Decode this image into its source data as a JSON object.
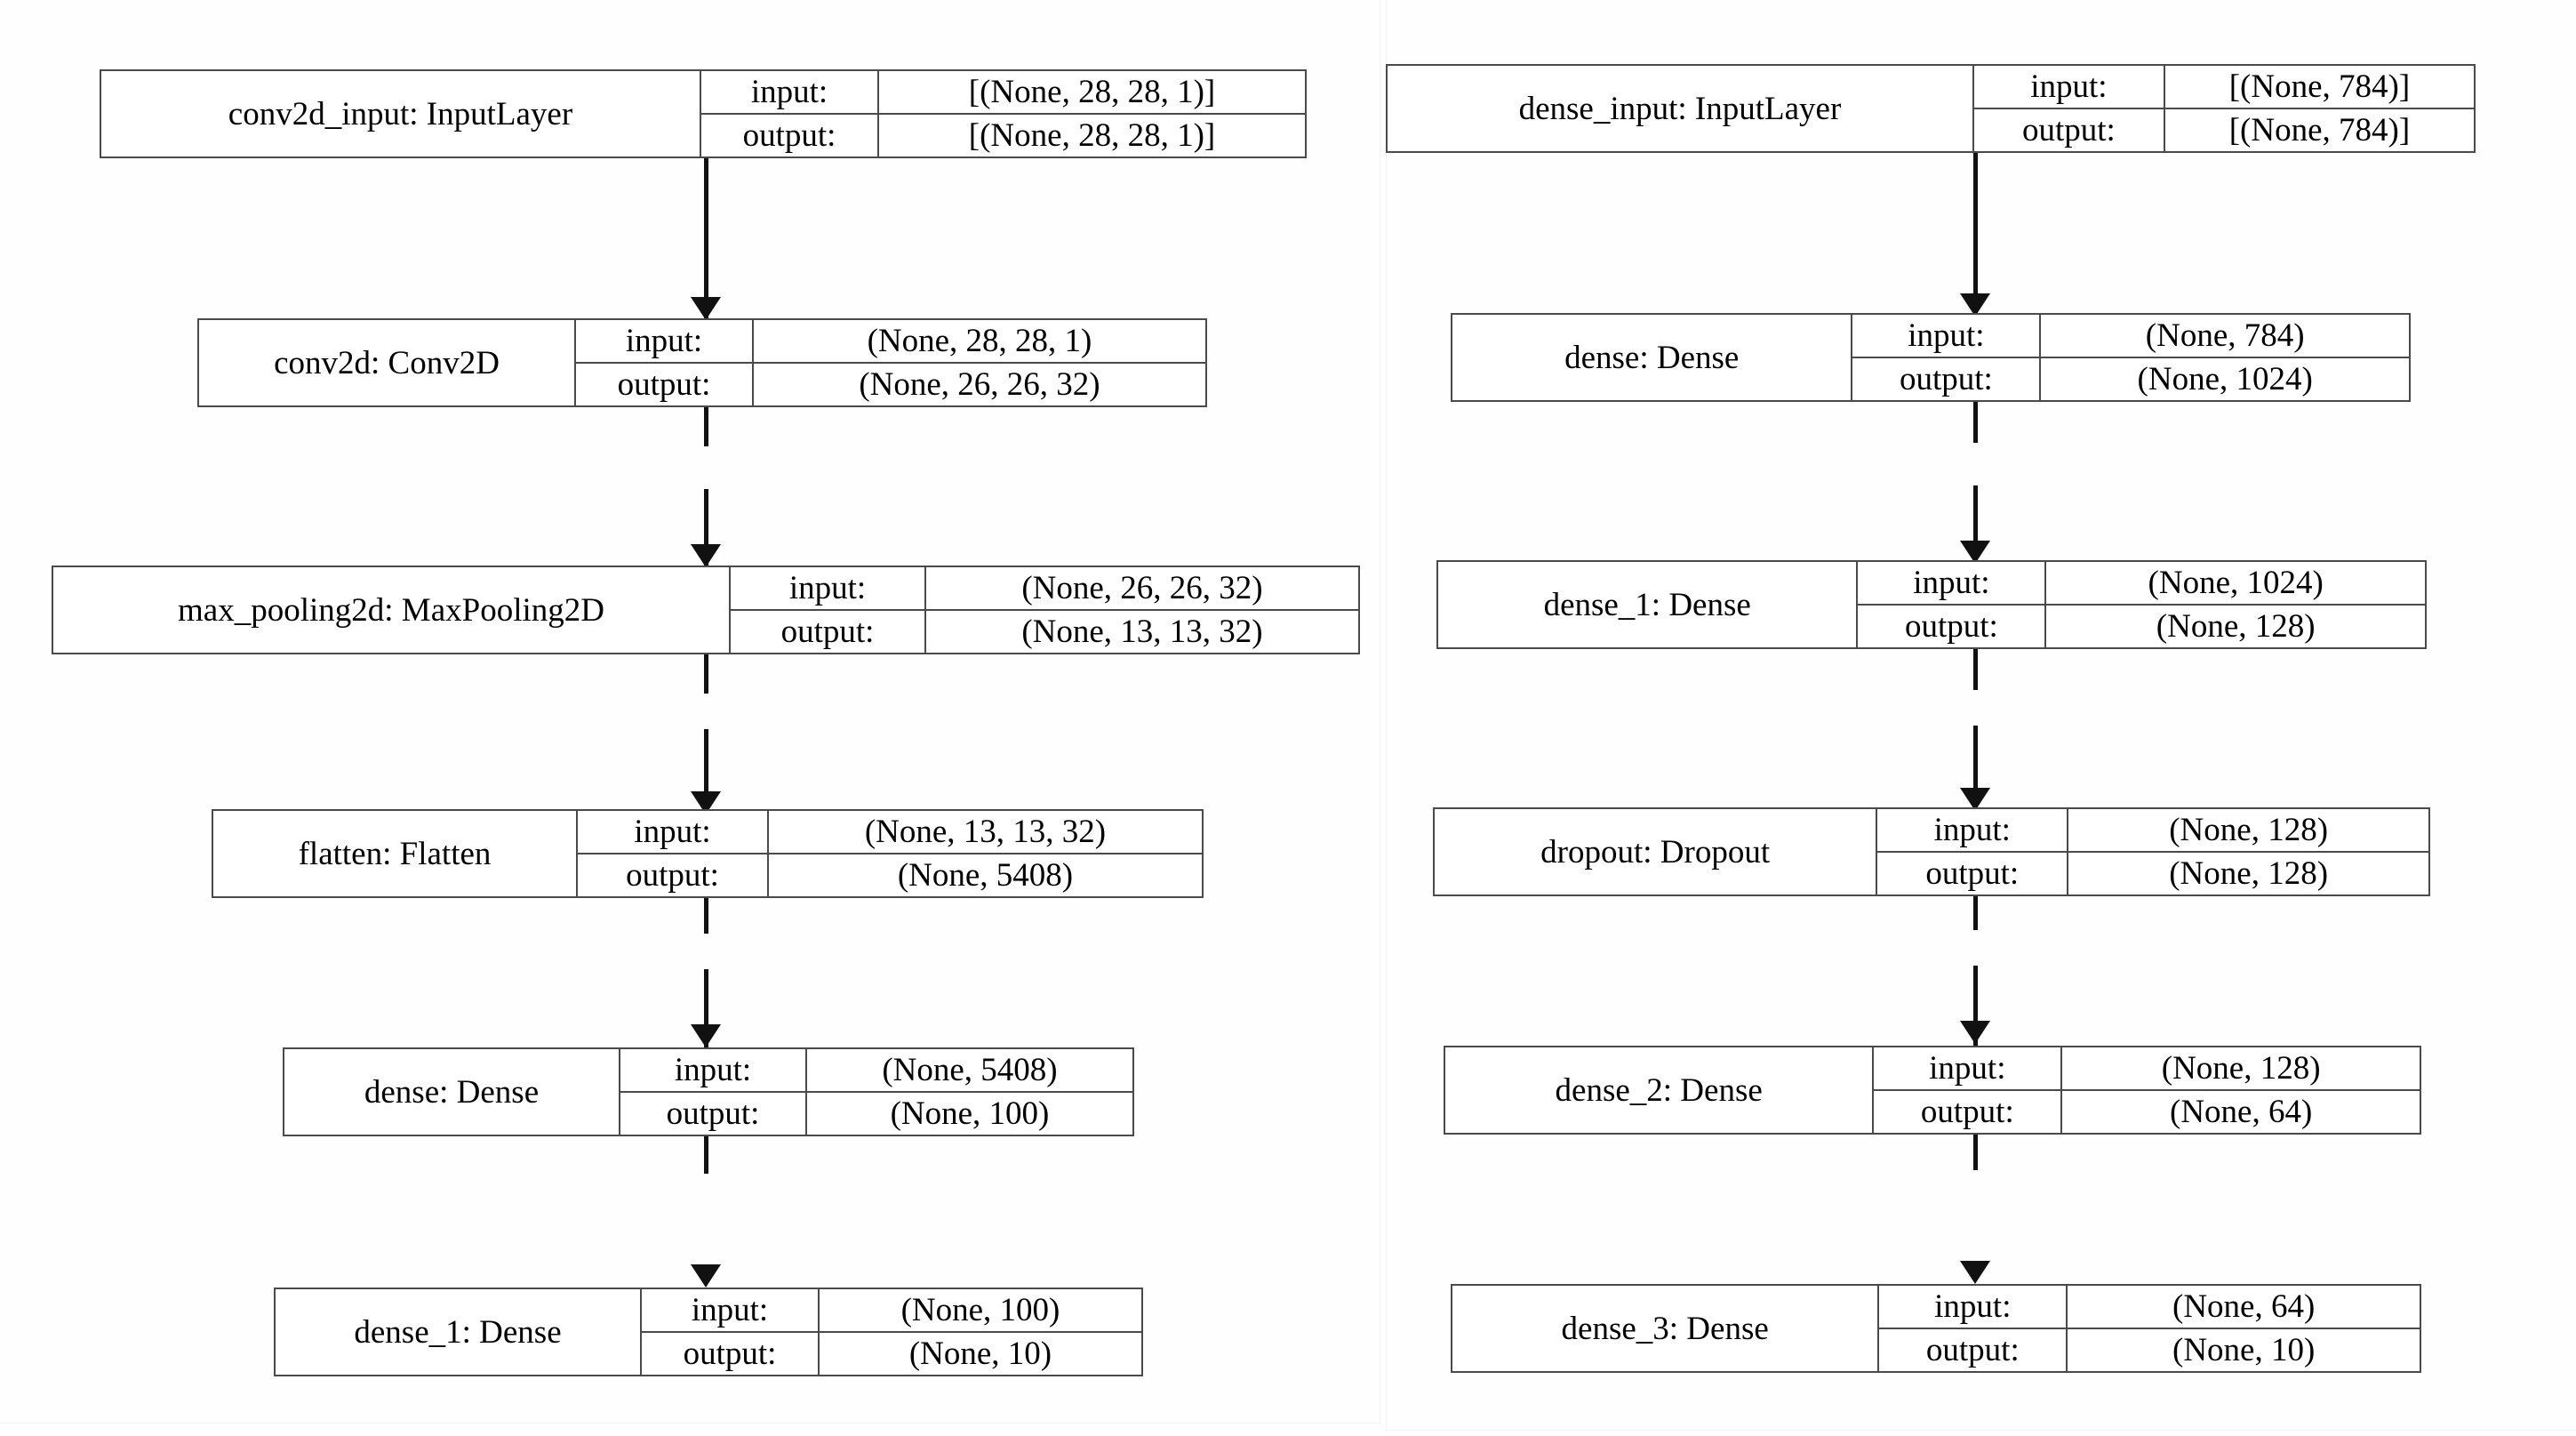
{
  "diagram": {
    "title": "Keras model architecture diagrams",
    "type": "neural-network-layer-graph",
    "background_color": "#ffffff",
    "border_color": "#4a4a4a",
    "edge_color": "#111111",
    "io_labels": {
      "input": "input:",
      "output": "output:"
    }
  },
  "panels": [
    {
      "id": "cnn",
      "name": "convolutional-model-graph",
      "nodes": [
        {
          "id": "conv2d_input",
          "name": "conv2d_input: InputLayer",
          "input_label": "input:",
          "output_label": "output:",
          "input_shape": "[(None, 28, 28, 1)]",
          "output_shape": "[(None, 28, 28, 1)]"
        },
        {
          "id": "conv2d",
          "name": "conv2d: Conv2D",
          "input_label": "input:",
          "output_label": "output:",
          "input_shape": "(None, 28, 28, 1)",
          "output_shape": "(None, 26, 26, 32)"
        },
        {
          "id": "max_pooling2d",
          "name": "max_pooling2d: MaxPooling2D",
          "input_label": "input:",
          "output_label": "output:",
          "input_shape": "(None, 26, 26, 32)",
          "output_shape": "(None, 13, 13, 32)"
        },
        {
          "id": "flatten",
          "name": "flatten: Flatten",
          "input_label": "input:",
          "output_label": "output:",
          "input_shape": "(None, 13, 13, 32)",
          "output_shape": "(None, 5408)"
        },
        {
          "id": "dense",
          "name": "dense: Dense",
          "input_label": "input:",
          "output_label": "output:",
          "input_shape": "(None, 5408)",
          "output_shape": "(None, 100)"
        },
        {
          "id": "dense_1",
          "name": "dense_1: Dense",
          "input_label": "input:",
          "output_label": "output:",
          "input_shape": "(None, 100)",
          "output_shape": "(None, 10)"
        }
      ],
      "edges": [
        {
          "from": "conv2d_input",
          "to": "conv2d"
        },
        {
          "from": "conv2d",
          "to": "max_pooling2d"
        },
        {
          "from": "max_pooling2d",
          "to": "flatten"
        },
        {
          "from": "flatten",
          "to": "dense"
        },
        {
          "from": "dense",
          "to": "dense_1"
        }
      ]
    },
    {
      "id": "mlp",
      "name": "dense-model-graph",
      "nodes": [
        {
          "id": "dense_input",
          "name": "dense_input: InputLayer",
          "input_label": "input:",
          "output_label": "output:",
          "input_shape": "[(None, 784)]",
          "output_shape": "[(None, 784)]"
        },
        {
          "id": "dense",
          "name": "dense: Dense",
          "input_label": "input:",
          "output_label": "output:",
          "input_shape": "(None, 784)",
          "output_shape": "(None, 1024)"
        },
        {
          "id": "dense_1",
          "name": "dense_1: Dense",
          "input_label": "input:",
          "output_label": "output:",
          "input_shape": "(None, 1024)",
          "output_shape": "(None, 128)"
        },
        {
          "id": "dropout",
          "name": "dropout: Dropout",
          "input_label": "input:",
          "output_label": "output:",
          "input_shape": "(None, 128)",
          "output_shape": "(None, 128)"
        },
        {
          "id": "dense_2",
          "name": "dense_2: Dense",
          "input_label": "input:",
          "output_label": "output:",
          "input_shape": "(None, 128)",
          "output_shape": "(None, 64)"
        },
        {
          "id": "dense_3",
          "name": "dense_3: Dense",
          "input_label": "input:",
          "output_label": "output:",
          "input_shape": "(None, 64)",
          "output_shape": "(None, 10)"
        }
      ],
      "edges": [
        {
          "from": "dense_input",
          "to": "dense"
        },
        {
          "from": "dense",
          "to": "dense_1"
        },
        {
          "from": "dense_1",
          "to": "dropout"
        },
        {
          "from": "dropout",
          "to": "dense_2"
        },
        {
          "from": "dense_2",
          "to": "dense_3"
        },
        {
          "from": "dense_3",
          "to": null
        }
      ]
    }
  ]
}
